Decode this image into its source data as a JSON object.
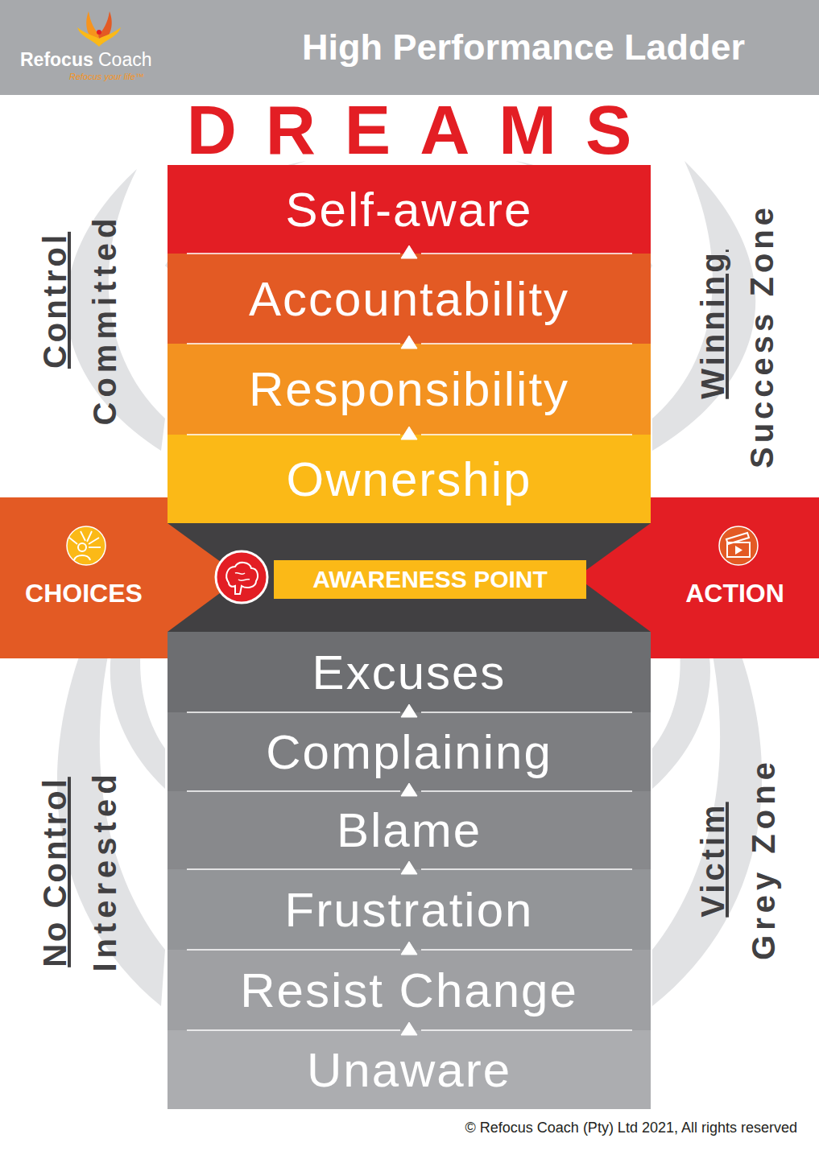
{
  "diagram": {
    "title": "High Performance Ladder",
    "caption": "© Refocus Coach (Pty) Ltd 2021, All rights reserved",
    "nodes": [
      {
        "text": [
          "Self-aware"
        ]
      },
      {
        "text": [
          "Accountability"
        ]
      },
      {
        "text": [
          "Responsibility"
        ]
      },
      {
        "text": [
          "Ownership"
        ]
      },
      {
        "text": [
          "CHOICES"
        ]
      },
      {
        "text": [
          "AWARENESS POINT"
        ]
      },
      {
        "text": [
          "ACTION"
        ]
      },
      {
        "text": [
          "Excuses"
        ]
      },
      {
        "text": [
          "Complaining"
        ]
      },
      {
        "text": [
          "Blame"
        ]
      },
      {
        "text": [
          "Frustration"
        ]
      },
      {
        "text": [
          "Resist Change"
        ]
      },
      {
        "text": [
          "Unaware"
        ]
      }
    ],
    "edges": [
      {
        "from": 1,
        "to": 0,
        "arrow": "to"
      },
      {
        "from": 2,
        "to": 1,
        "arrow": "to"
      },
      {
        "from": 3,
        "to": 2,
        "arrow": "to"
      },
      {
        "from": 8,
        "to": 7,
        "arrow": "to"
      },
      {
        "from": 9,
        "to": 8,
        "arrow": "to"
      },
      {
        "from": 10,
        "to": 9,
        "arrow": "to"
      },
      {
        "from": 11,
        "to": 10,
        "arrow": "to"
      },
      {
        "from": 12,
        "to": 11,
        "arrow": "to"
      }
    ],
    "labels": [
      "Refocus",
      "Coach",
      "Refocus your life™",
      "DREAMS",
      "Control",
      "Committed",
      "Winning",
      "Success Zone",
      "No Control",
      "Interested",
      "Victim",
      "Grey Zone"
    ]
  }
}
